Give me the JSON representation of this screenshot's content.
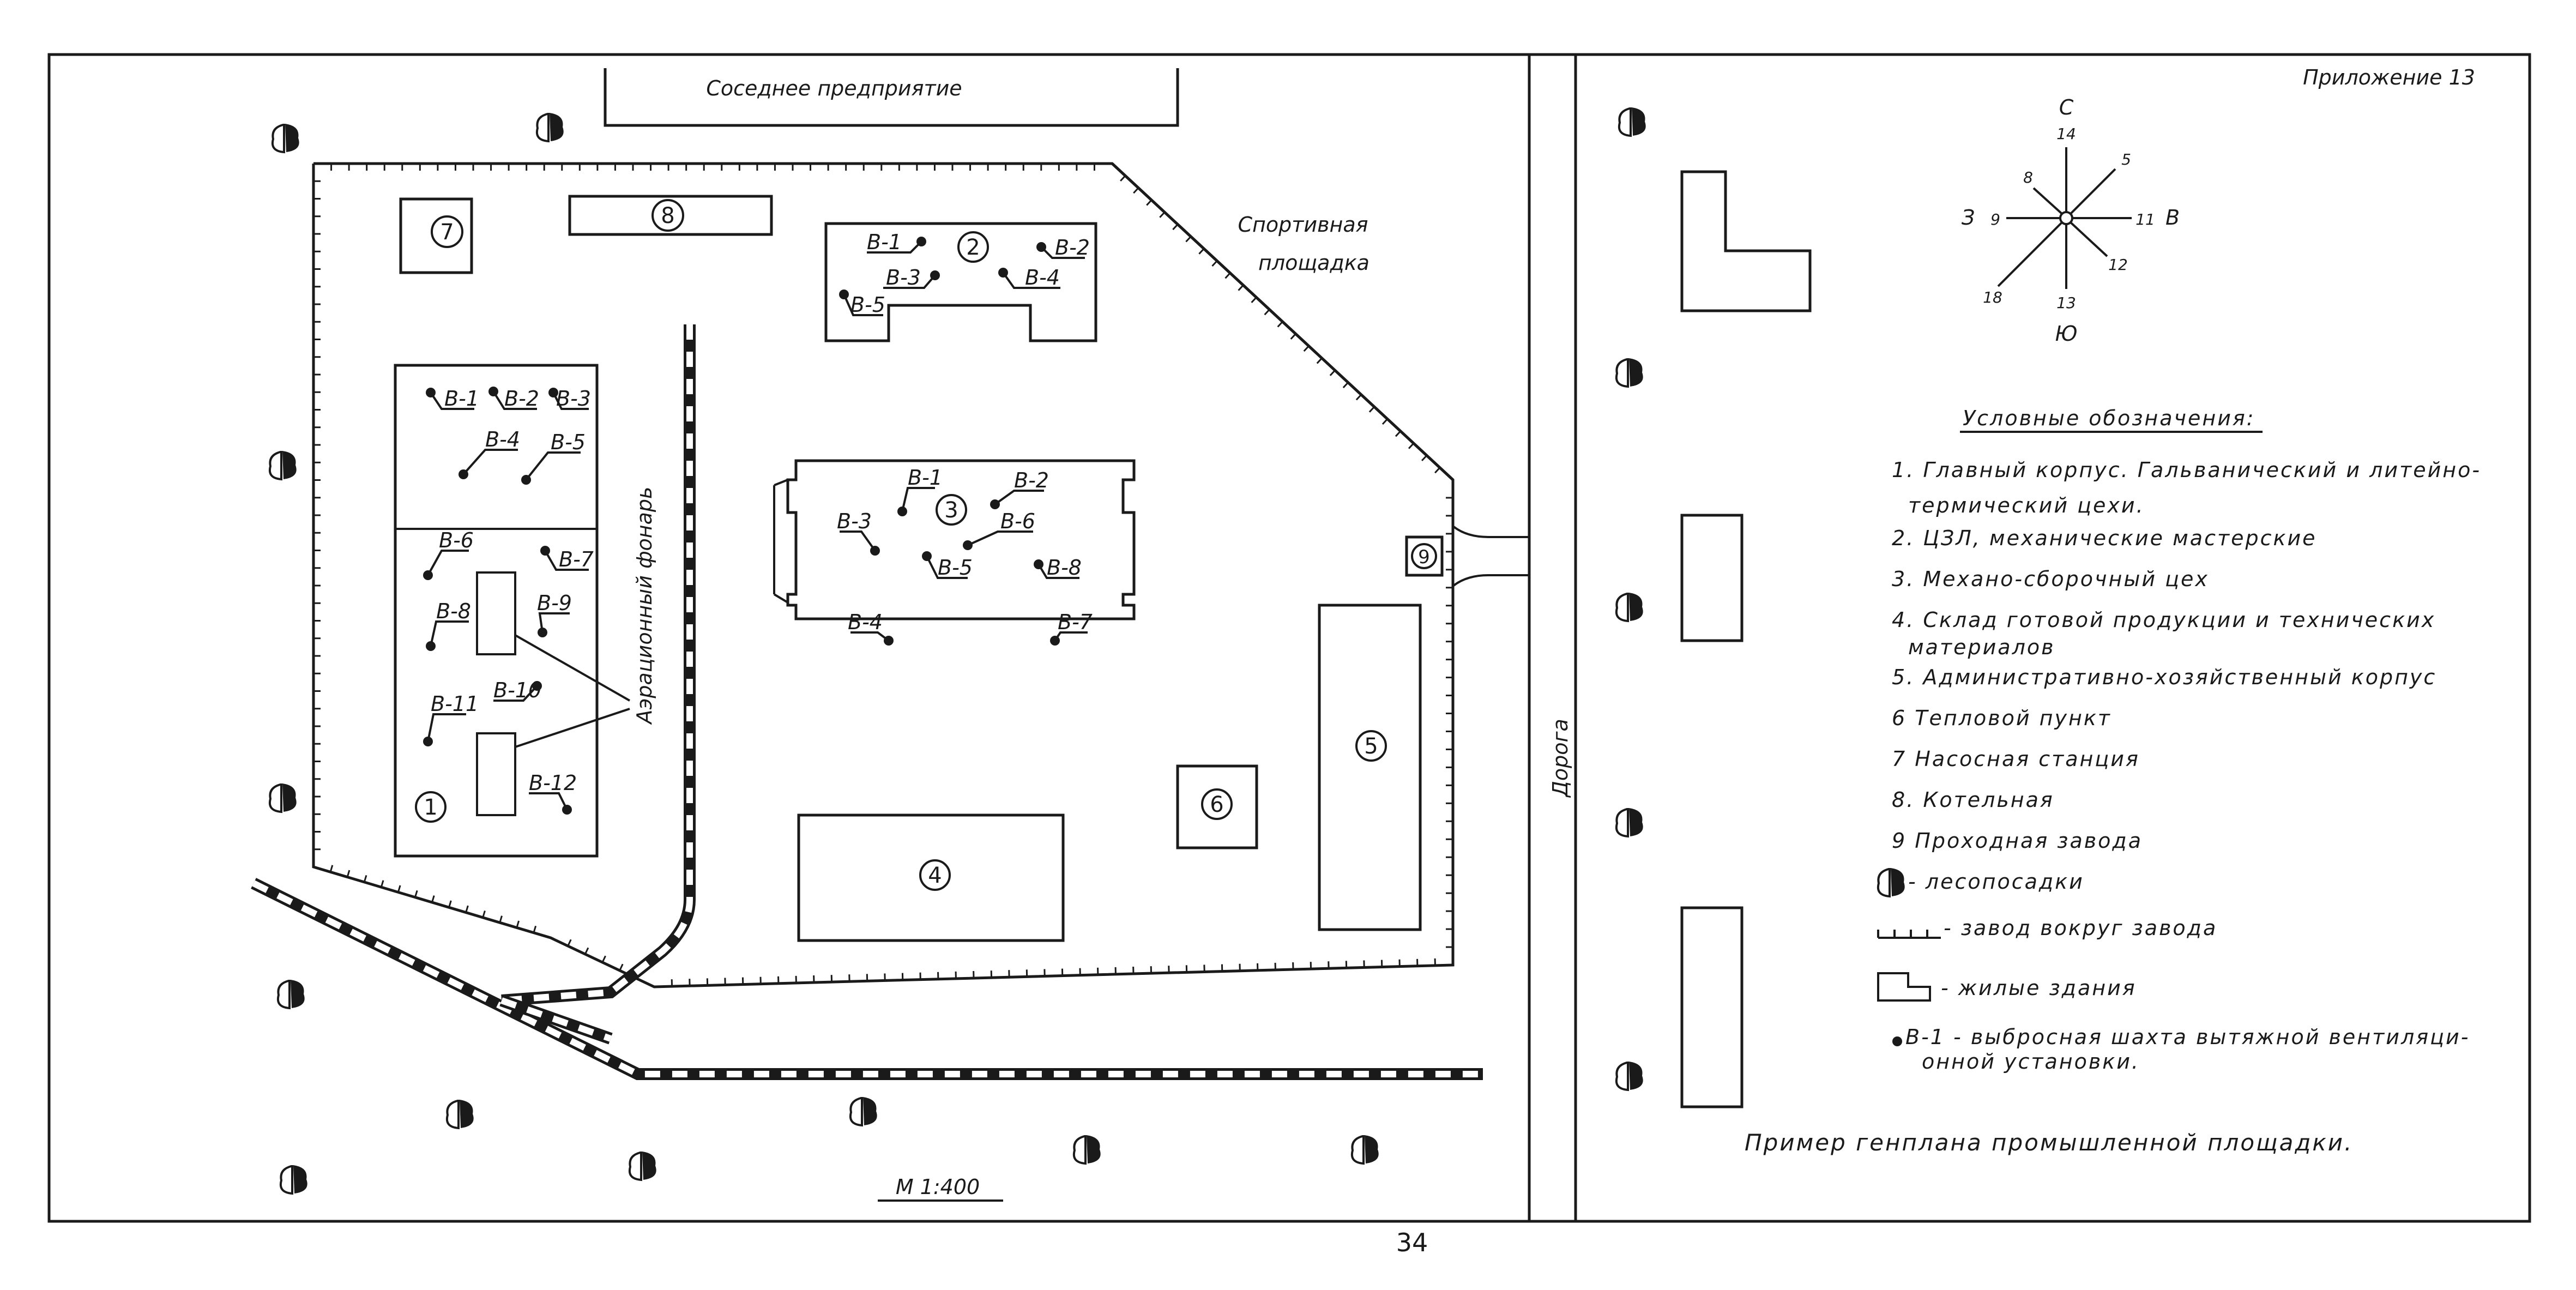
{
  "appendix": "Приложение 13",
  "page_number": "34",
  "labels": {
    "neighbor": "Соседнее предприятие",
    "sport": [
      "Спортивная",
      "площадка"
    ],
    "lantern": "Аэрационный фонарь",
    "road": "Дорога",
    "scale": "М 1:400",
    "caption": "Пример генплана промышленной площадки."
  },
  "compass": {
    "north": "С",
    "south": "Ю",
    "west": "З",
    "east": "В",
    "n14": "14",
    "n5": "5",
    "n8": "8",
    "n9": "9",
    "n11": "11",
    "n12": "12",
    "n13": "13",
    "n18": "18"
  },
  "buildings": {
    "b1": "1",
    "b2": "2",
    "b3": "3",
    "b4": "4",
    "b5": "5",
    "b6": "6",
    "b7": "7",
    "b8": "8",
    "b9": "9"
  },
  "vents": {
    "b1": [
      "В-1",
      "В-2",
      "В-3",
      "В-4",
      "В-5",
      "В-6",
      "В-7",
      "В-8",
      "В-9",
      "В-10",
      "В-11",
      "В-12"
    ],
    "b2": [
      "В-1",
      "В-2",
      "В-3",
      "В-4",
      "В-5"
    ],
    "b3": [
      "В-1",
      "В-2",
      "В-3",
      "В-6",
      "В-5",
      "В-8",
      "В-4",
      "В-7"
    ]
  },
  "legend": {
    "title": "Условные обозначения:",
    "items": [
      "1. Главный корпус. Гальванический и литейно-",
      "термический цехи.",
      "2. ЦЗЛ, механические мастерские",
      "3. Механо-сборочный цех",
      "4. Склад готовой продукции и технических",
      "материалов",
      "5. Административно-хозяйственный корпус",
      "6 Тепловой пункт",
      "7 Насосная станция",
      "8. Котельная",
      "9 Проходная завода"
    ],
    "trees": "- лесопосадки",
    "fence": "- завод вокруг завода",
    "housing": "- жилые здания",
    "vent_line1": "В-1 - выбросная шахта вытяжной вентиляци-",
    "vent_line2": "онной установки."
  }
}
